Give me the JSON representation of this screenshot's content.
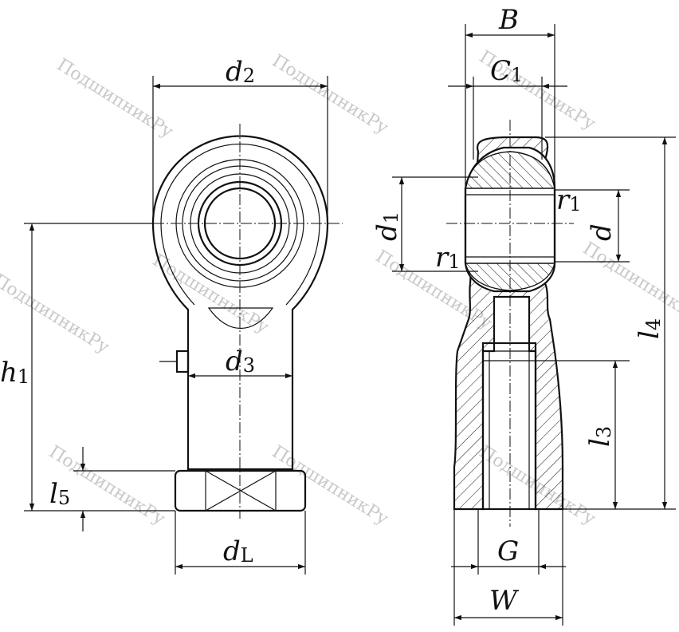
{
  "watermark": "ПодшипникРу",
  "labels": {
    "d2": {
      "main": "d",
      "sub": "2"
    },
    "h1": {
      "main": "h",
      "sub": "1"
    },
    "d3": {
      "main": "d",
      "sub": "3"
    },
    "l5": {
      "main": "l",
      "sub": "5"
    },
    "dL": {
      "main": "d",
      "sub": "L"
    },
    "B": {
      "main": "B"
    },
    "C1": {
      "main": "C",
      "sub": "1"
    },
    "d1": {
      "main": "d",
      "sub": "1"
    },
    "r1_top": {
      "main": "r",
      "sub": "1"
    },
    "d": {
      "main": "d"
    },
    "r1_bottom": {
      "main": "r",
      "sub": "1"
    },
    "l4": {
      "main": "l",
      "sub": "4"
    },
    "l3": {
      "main": "l",
      "sub": "3"
    },
    "G": {
      "main": "G"
    },
    "W": {
      "main": "W"
    }
  }
}
